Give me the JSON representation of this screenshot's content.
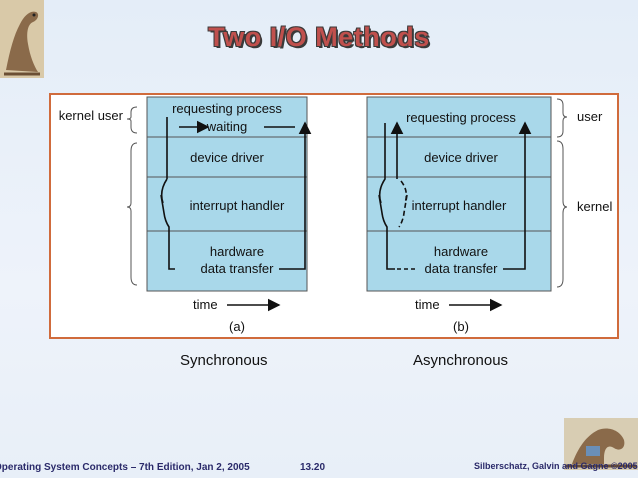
{
  "slide": {
    "title": "Two I/O Methods",
    "caption_left": "Synchronous",
    "caption_right": "Asynchronous",
    "footer_left": "Operating System Concepts – 7th Edition, Jan 2, 2005",
    "footer_center": "13.20",
    "footer_right": "Silberschatz, Galvin and Gagne ©2005",
    "frame_color": "#d06b3c",
    "title_color": "#c0504d"
  },
  "diagram_a": {
    "side_label": "kernel user",
    "layers": [
      "requesting process",
      "device driver",
      "interrupt handler",
      "hardware",
      "data transfer"
    ],
    "waiting": "waiting",
    "time": "time",
    "sublabel": "(a)"
  },
  "diagram_b": {
    "side_label_user": "user",
    "side_label_kernel": "kernel",
    "layers": [
      "requesting process",
      "device driver",
      "interrupt handler",
      "hardware",
      "data transfer"
    ],
    "time": "time",
    "sublabel": "(b)"
  }
}
